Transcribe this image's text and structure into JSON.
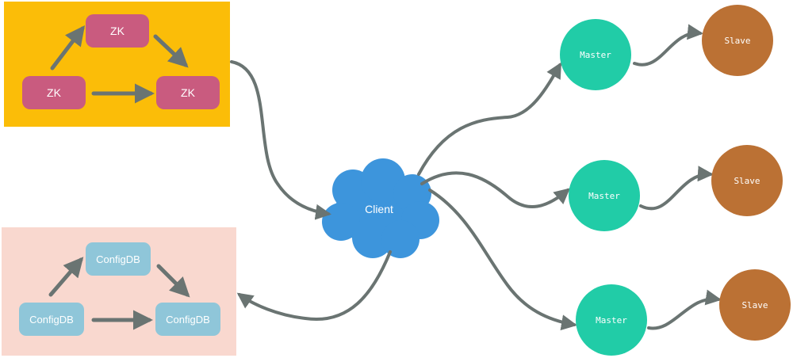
{
  "zk": {
    "top": "ZK",
    "left": "ZK",
    "right": "ZK"
  },
  "config": {
    "top": "ConfigDB",
    "left": "ConfigDB",
    "right": "ConfigDB"
  },
  "client": "Client",
  "masters": [
    "Master",
    "Master",
    "Master"
  ],
  "slaves": [
    "Slave",
    "Slave",
    "Slave"
  ],
  "colors": {
    "zk_panel": "#fbbd08",
    "zk_node": "#c95b7f",
    "config_panel": "#f9d8cf",
    "config_node": "#8fc6d9",
    "client": "#3d95dc",
    "master": "#21cca7",
    "slave": "#bb7134",
    "arrow": "#6a7472"
  }
}
